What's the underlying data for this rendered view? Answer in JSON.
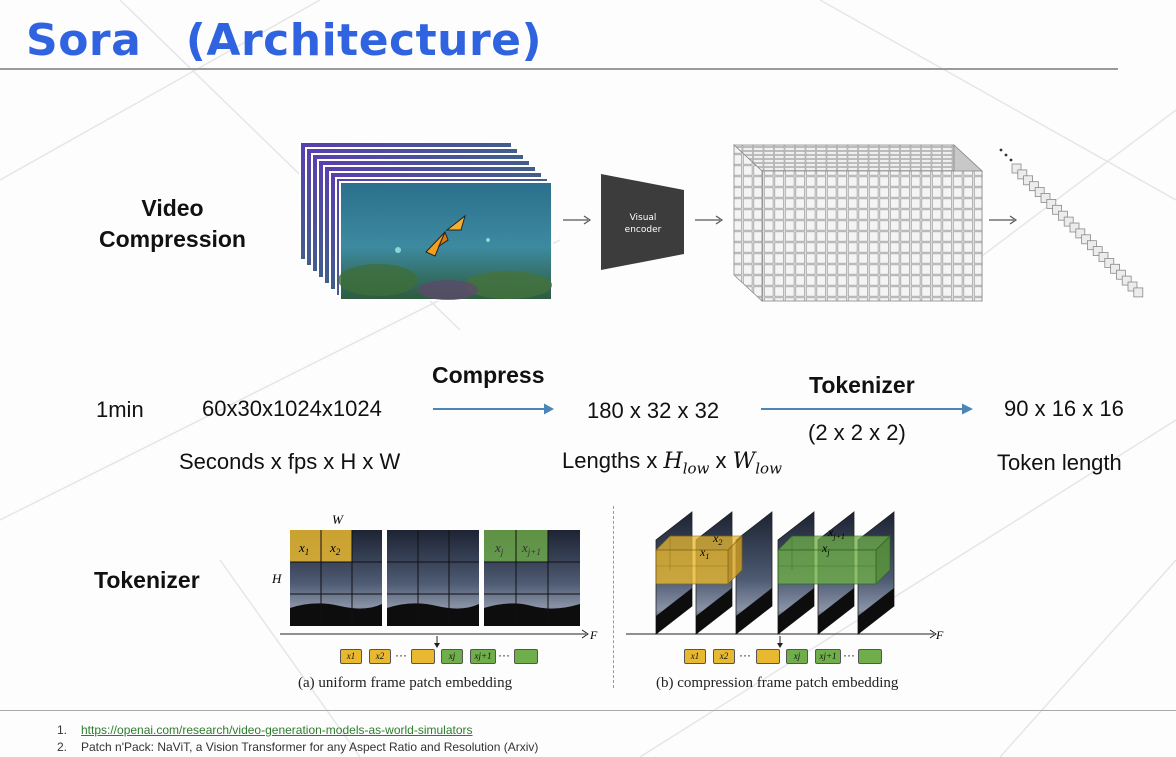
{
  "title": "Sora　(Architecture)",
  "video_compression": {
    "label_line1": "Video",
    "label_line2": "Compression",
    "encoder_label_line1": "Visual",
    "encoder_label_line2": "encoder"
  },
  "flow": {
    "duration": "1min",
    "input_dims": "60x30x1024x1024",
    "input_desc": "Seconds x fps x H x W",
    "compress_label": "Compress",
    "latent_dims": "180 x 32 x 32",
    "latent_desc_prefix": "Lengths x ",
    "latent_desc_h": "H",
    "latent_desc_h_sub": "low",
    "latent_desc_mid": " x ",
    "latent_desc_w": "W",
    "latent_desc_w_sub": "low",
    "tokenizer_label": "Tokenizer",
    "tokenizer_patch": "(2 x 2 x 2)",
    "token_dims": "90 x 16 x 16",
    "token_desc": "Token length"
  },
  "tokenizer_section": {
    "label": "Tokenizer",
    "axis_w": "W",
    "axis_h": "H",
    "axis_f": "F",
    "caption_a": "(a) uniform frame patch embedding",
    "caption_b": "(b) compression frame patch embedding",
    "patch_x1": "x",
    "patch_x1_sub": "1",
    "patch_x2": "x",
    "patch_x2_sub": "2",
    "patch_xj": "x",
    "patch_xj_sub": "j",
    "patch_xj1": "x",
    "patch_xj1_sub": "j+1",
    "dots": "···",
    "token_x1": "x1",
    "token_x2": "x2",
    "token_xj": "xj",
    "token_xj1": "xj+1"
  },
  "references": [
    {
      "num": "1.",
      "text": "https://openai.com/research/video-generation-models-as-world-simulators",
      "is_link": true
    },
    {
      "num": "2.",
      "text": "Patch n'Pack: NaViT, a Vision Transformer for any Aspect Ratio and Resolution (Arxiv)",
      "is_link": false
    }
  ],
  "colors": {
    "title": "#2f63e0",
    "arrow": "#4a86b8",
    "patch_yellow": "#e8b830",
    "patch_green": "#6fae4a"
  }
}
